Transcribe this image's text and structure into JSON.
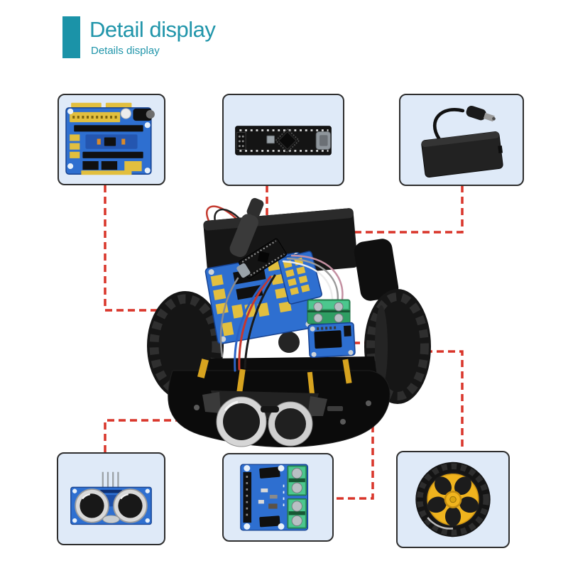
{
  "header": {
    "title": "Detail display",
    "subtitle": "Details display"
  },
  "palette": {
    "accent_teal": "#1b93a8",
    "title_text": "#2095aa",
    "card_background": "#dfeaf8",
    "card_border": "#2e2e2e",
    "connector_red": "#d9352a",
    "pcb_blue": "#2e6fd0",
    "pin_header_yellow": "#e2bf3e",
    "terminal_green": "#2f9e63",
    "wheel_hub_yellow": "#f0b41e"
  },
  "components": {
    "top_left": {
      "name": "nano-expansion-shield-board"
    },
    "top_center": {
      "name": "nano-controller-board"
    },
    "top_right": {
      "name": "battery-pack-with-dc-plug"
    },
    "bottom_left": {
      "name": "ultrasonic-sensor-module"
    },
    "bottom_center": {
      "name": "motor-driver-board"
    },
    "bottom_right": {
      "name": "wheel-with-tire"
    },
    "center": {
      "name": "assembled-robot-car"
    }
  },
  "connectors": [
    {
      "id": "line-top-left",
      "from": "top_left_card",
      "to": "expansion-shield-on-car"
    },
    {
      "id": "line-top-center",
      "from": "top_center_card",
      "to": "nano-on-car"
    },
    {
      "id": "line-top-right",
      "from": "top_right_card",
      "to": "battery-on-car"
    },
    {
      "id": "line-bottom-left",
      "from": "bottom_left_card",
      "to": "ultrasonic-on-car"
    },
    {
      "id": "line-bottom-center",
      "from": "bottom_center_card",
      "to": "motor-driver-on-car"
    },
    {
      "id": "line-bottom-right",
      "from": "bottom_right_card",
      "to": "wheel-on-car"
    }
  ]
}
